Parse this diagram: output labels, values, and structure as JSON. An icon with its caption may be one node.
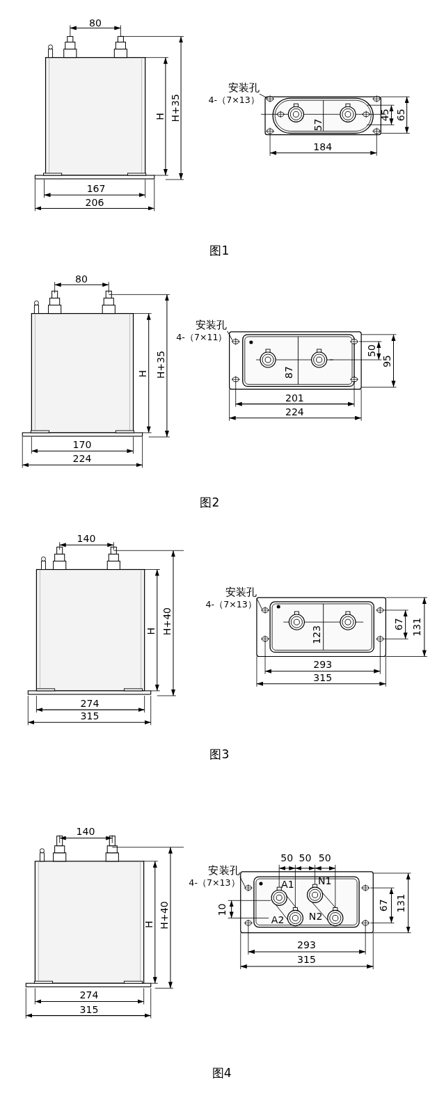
{
  "diagram": {
    "nodes": [
      {
        "text": [
          "安装孔",
          "4-（7×13）"
        ]
      },
      {
        "text": [],
        "shape": "circle"
      },
      {
        "text": [
          "安装孔",
          "4-（7×11）"
        ]
      },
      {
        "text": [],
        "shape": "circle"
      },
      {
        "text": [
          "安装孔",
          "4-（7×13）"
        ]
      },
      {
        "text": [],
        "shape": "circle"
      },
      {
        "text": [
          "安装孔",
          "4-（7×13）"
        ]
      },
      {
        "text": [],
        "shape": "circle"
      }
    ],
    "edges": [
      {
        "from": 0,
        "to": 1,
        "arrow": "none"
      },
      {
        "from": 2,
        "to": 3,
        "arrow": "none"
      },
      {
        "from": 4,
        "to": 5,
        "arrow": "none"
      },
      {
        "from": 6,
        "to": 7,
        "arrow": "none"
      }
    ],
    "labels": [
      "80",
      "H",
      "H+35",
      "167",
      "206",
      "57",
      "45",
      "65",
      "184",
      "图1",
      "80",
      "H",
      "H+35",
      "170",
      "224",
      "87",
      "50",
      "95",
      "201",
      "224",
      "图2",
      "140",
      "H",
      "H+40",
      "274",
      "315",
      "123",
      "67",
      "131",
      "293",
      "315",
      "图3",
      "140",
      "H",
      "H+40",
      "274",
      "315",
      "50",
      "50",
      "50",
      "A1",
      "N1",
      "10",
      "A2",
      "N2",
      "67",
      "131",
      "293",
      "315",
      "图4"
    ]
  }
}
